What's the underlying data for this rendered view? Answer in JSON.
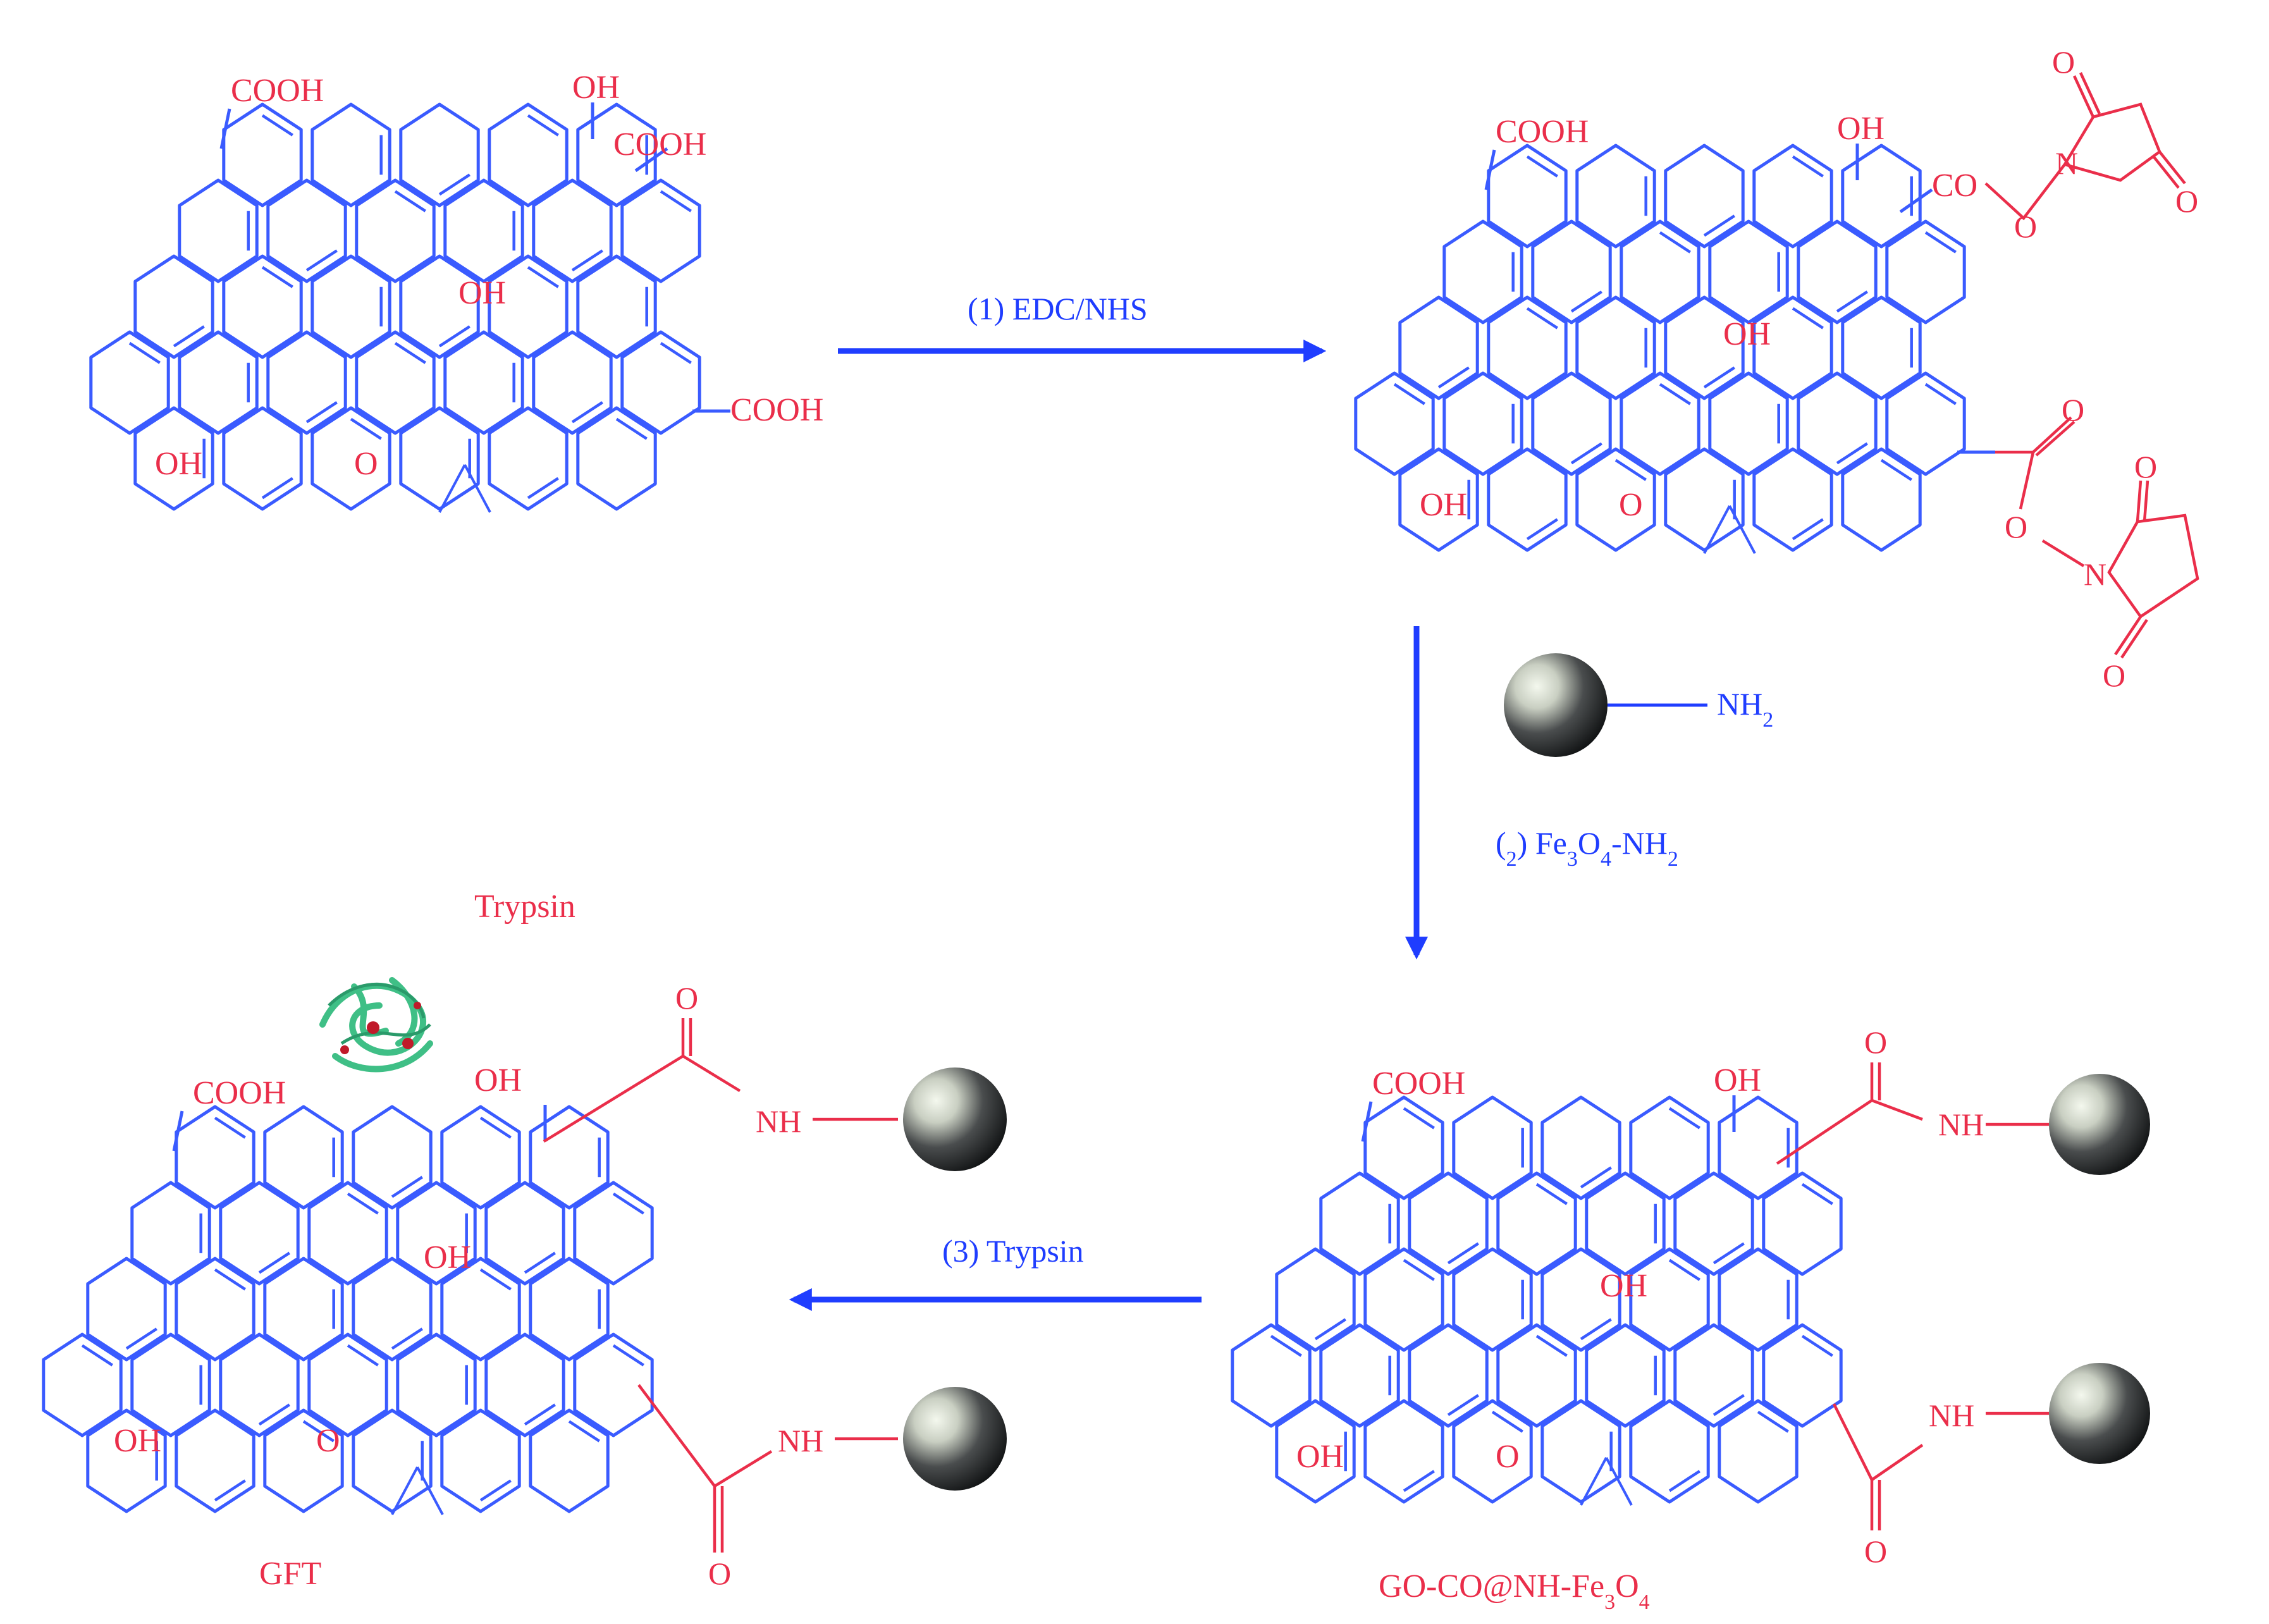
{
  "colors": {
    "blue": "#3a5bff",
    "red": "#ea2e4a",
    "arrow": "#1f3dff",
    "bead_dark": "#1f2122",
    "bead_light": "#e9efe2",
    "protein_green": "#3fbf86",
    "protein_red": "#c01a2a"
  },
  "arrows": {
    "step1": "(1) EDC/NHS",
    "step2": "(2) Fe3O4-NH2",
    "step3": "(3) Trypsin"
  },
  "reagent": {
    "nh2": "NH2"
  },
  "sheet_labels": {
    "cooh": "COOH",
    "oh": "OH",
    "o": "O",
    "co": "CO",
    "n": "N",
    "nh": "NH"
  },
  "products": {
    "go_fe3o4": "GO-CO@NH-Fe3O4",
    "gft": "GFT",
    "trypsin": "Trypsin"
  },
  "icons": {
    "bead": "magnetic-nanoparticle-icon",
    "protein": "trypsin-protein-icon"
  }
}
